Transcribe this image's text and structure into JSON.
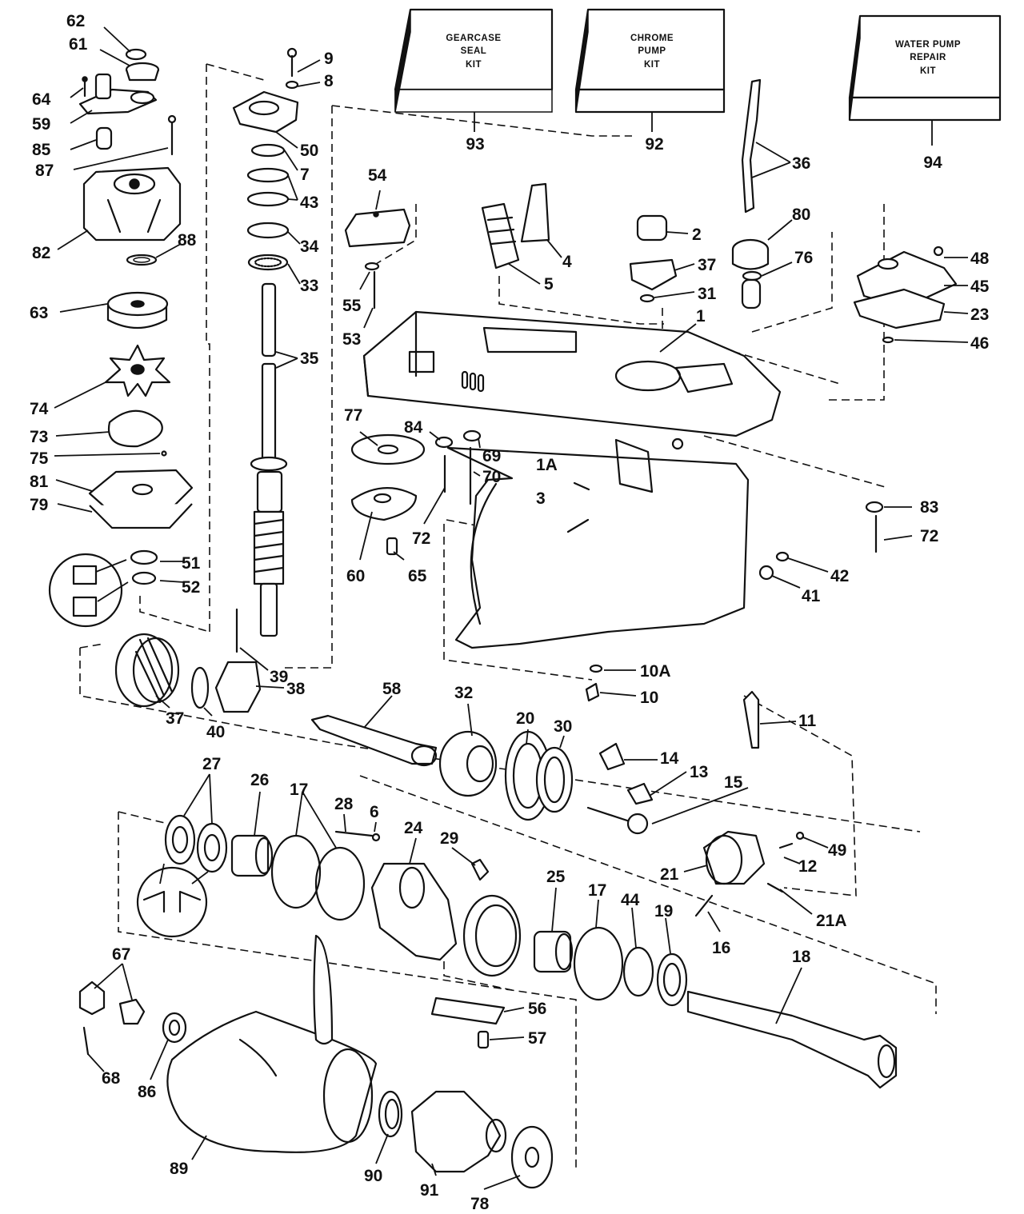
{
  "kits": [
    {
      "lines": [
        "GEARCASE",
        "SEAL",
        "KIT"
      ],
      "number": "93"
    },
    {
      "lines": [
        "CHROME",
        "PUMP",
        "KIT"
      ],
      "number": "92"
    },
    {
      "lines": [
        "WATER PUMP",
        "REPAIR",
        "KIT"
      ],
      "number": "94"
    }
  ],
  "callouts": {
    "c62": "62",
    "c61": "61",
    "c64": "64",
    "c59": "59",
    "c85": "85",
    "c87": "87",
    "c82": "82",
    "c88": "88",
    "c63": "63",
    "c74": "74",
    "c73": "73",
    "c75": "75",
    "c81": "81",
    "c79": "79",
    "c51": "51",
    "c52": "52",
    "c9": "9",
    "c8": "8",
    "c50": "50",
    "c7": "7",
    "c43": "43",
    "c34": "34",
    "c33": "33",
    "c35": "35",
    "c54": "54",
    "c55": "55",
    "c53": "53",
    "c5": "5",
    "c4": "4",
    "c2": "2",
    "c37a": "37",
    "c31": "31",
    "c36": "36",
    "c80": "80",
    "c76": "76",
    "c48": "48",
    "c45": "45",
    "c23": "23",
    "c46": "46",
    "c1": "1",
    "c77": "77",
    "c84": "84",
    "c69": "69",
    "c70": "70",
    "c72a": "72",
    "c60": "60",
    "c65": "65",
    "c1A": "1A",
    "c3": "3",
    "c83": "83",
    "c72b": "72",
    "c42": "42",
    "c41": "41",
    "c10A": "10A",
    "c10": "10",
    "c39": "39",
    "c38": "38",
    "c37b": "37",
    "c40": "40",
    "c58": "58",
    "c32": "32",
    "c20": "20",
    "c30": "30",
    "c11": "11",
    "c14": "14",
    "c13": "13",
    "c15": "15",
    "c49": "49",
    "c12": "12",
    "c21": "21",
    "c21A": "21A",
    "c16": "16",
    "c27": "27",
    "c26": "26",
    "c17a": "17",
    "c28": "28",
    "c6": "6",
    "c24": "24",
    "c29": "29",
    "c25": "25",
    "c17b": "17",
    "c44": "44",
    "c19": "19",
    "c18": "18",
    "c67": "67",
    "c68": "68",
    "c86": "86",
    "c56": "56",
    "c57": "57",
    "c89": "89",
    "c90": "90",
    "c91": "91",
    "c78": "78"
  }
}
